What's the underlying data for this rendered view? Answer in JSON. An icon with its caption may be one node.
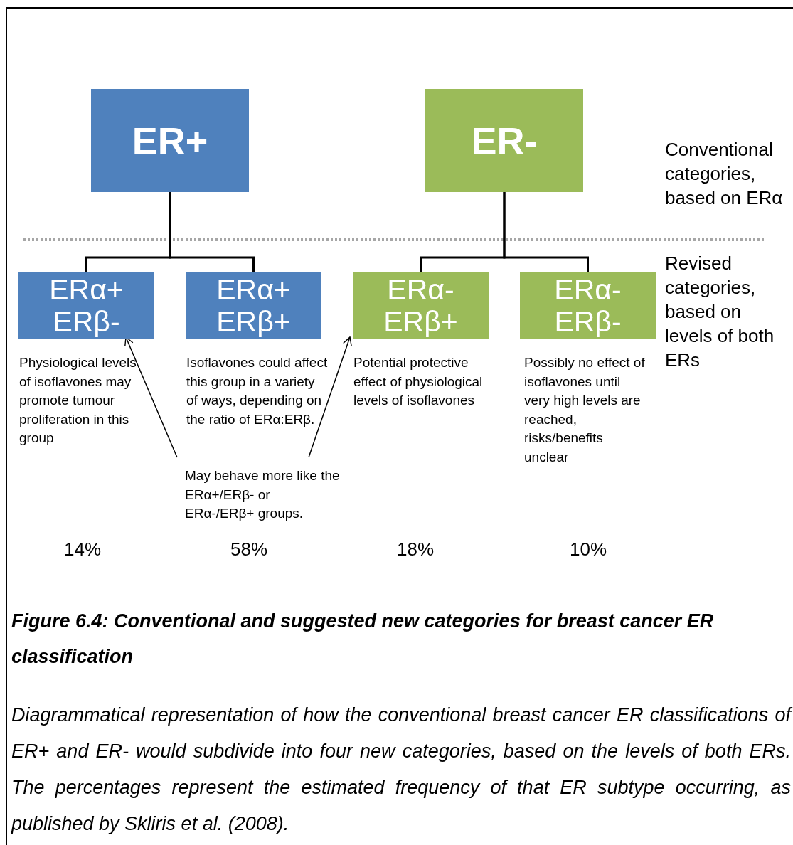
{
  "diagram": {
    "title": "Figure 6.4: Conventional and suggested new categories for breast cancer ER classification",
    "caption": "Diagrammatical representation of how the conventional breast cancer ER classifications of ER+ and ER- would subdivide into four new categories, based on the levels of both ERs.  The percentages represent the estimated frequency of that ER subtype occurring, as published by Skliris et al. (2008).",
    "nodes": [
      {
        "text": [
          "ER+"
        ]
      },
      {
        "text": [
          "ER-"
        ]
      },
      {
        "text": [
          "ERα+ ERβ-"
        ],
        "beside": [
          "Physiological levels of isoflavones may promote tumour proliferation in this group"
        ]
      },
      {
        "text": [
          "ERα+ ERβ+"
        ],
        "beside": [
          "Isoflavones could affect this group in a variety of ways, depending on the ratio of ERα:ERβ."
        ]
      },
      {
        "text": [
          "ERα- ERβ+"
        ],
        "beside": [
          "Potential protective effect of physiological levels of isoflavones"
        ]
      },
      {
        "text": [
          "ERα- ERβ-"
        ],
        "beside": [
          "Possibly no effect of isoflavones until very high levels are reached, risks/benefits unclear"
        ]
      },
      {
        "text": [
          "May behave more like the ERα+/ERβ- or ERα-/ERβ+ groups."
        ]
      }
    ],
    "edges": [
      {
        "from": 0,
        "to": 2,
        "arrow": "none"
      },
      {
        "from": 0,
        "to": 3,
        "arrow": "none"
      },
      {
        "from": 1,
        "to": 4,
        "arrow": "none"
      },
      {
        "from": 1,
        "to": 5,
        "arrow": "none"
      },
      {
        "from": 6,
        "to": 2,
        "arrow": "to"
      },
      {
        "from": 6,
        "to": 4,
        "arrow": "to"
      }
    ],
    "labels": [
      "Conventional categories, based on ERα",
      "Revised categories, based on levels of both ERs",
      "14%",
      "58%",
      "18%",
      "10%"
    ]
  }
}
